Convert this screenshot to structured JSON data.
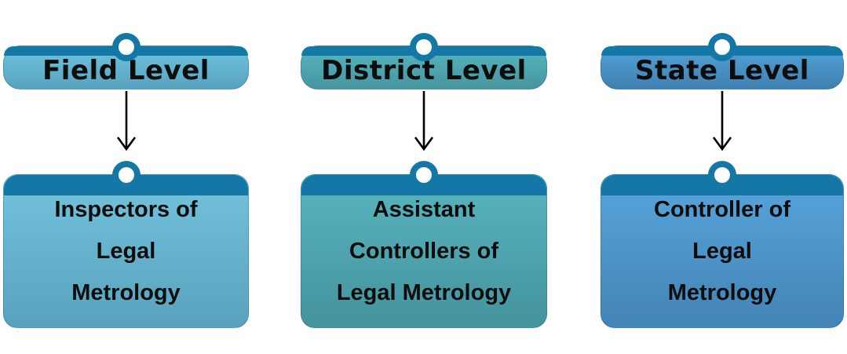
{
  "background": "#ffffff",
  "accent_dark": "#1577A6",
  "arrow_color": "#000000",
  "text_color": "#0d0d0d",
  "pin": {
    "ring_color": "#1577A6",
    "center_color": "#ffffff"
  },
  "columns": [
    {
      "id": "field",
      "level_label": "Field Level",
      "role_lines": [
        "Inspectors of",
        "Legal",
        "Metrology"
      ],
      "banner_top": "#6FC4DF",
      "banner_bottom": "#58A3BF",
      "card_top": "#74C3DD",
      "card_bottom": "#58A2BD"
    },
    {
      "id": "district",
      "level_label": "District Level",
      "role_lines": [
        "Assistant",
        "Controllers of",
        "Legal Metrology"
      ],
      "banner_top": "#56B7C1",
      "banner_bottom": "#47959F",
      "card_top": "#58B5BF",
      "card_bottom": "#44939E"
    },
    {
      "id": "state",
      "level_label": "State Level",
      "role_lines": [
        "Controller of",
        "Legal",
        "Metrology"
      ],
      "banner_top": "#51A3D9",
      "banner_bottom": "#4180B1",
      "card_top": "#57A5DC",
      "card_bottom": "#4384B5"
    }
  ]
}
